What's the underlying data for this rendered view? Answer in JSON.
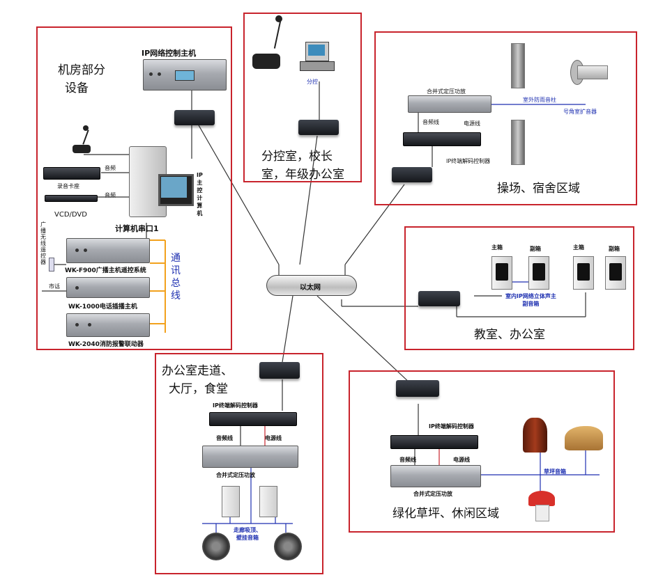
{
  "zones": {
    "machine_room": {
      "title_line1": "机房部分",
      "title_line2": "设备"
    },
    "branch_control": {
      "title_line1": "分控室，校长",
      "title_line2": "室，年级办公室"
    },
    "playground": {
      "title": "操场、宿舍区域"
    },
    "classroom": {
      "title": "教室、办公室"
    },
    "corridor": {
      "title_line1": "办公室走道、",
      "title_line2": "大厅，食堂"
    },
    "lawn": {
      "title": "绿化草坪、休闲区域"
    }
  },
  "machine_room": {
    "ip_host": "IP网络控制主机",
    "audio1": "音频",
    "audio2": "音频",
    "recorder": "录音卡座",
    "vcd": "VCD/DVD",
    "pc_label": [
      "IP",
      "主",
      "控",
      "计",
      "算",
      "机"
    ],
    "serial_port": "计算机串口1",
    "wireless_remote": [
      "广",
      "播",
      "无",
      "线",
      "遥",
      "控",
      "器"
    ],
    "wk_f900": "WK-F900广播主机遥控系统",
    "phone_label": "市话",
    "wk_1000": "WK-1000电话插播主机",
    "wk_2040": "WK-2040消防报警联动器",
    "bus": [
      "通",
      "讯",
      "总",
      "线"
    ]
  },
  "branch": {
    "control": "分控"
  },
  "playground": {
    "amp": "合并式定压功放",
    "audio_line": "音频线",
    "power_line": "电源线",
    "decoder": "IP终端解码控制器",
    "outdoor_column": "室外防雨音柱",
    "horn": "号角室扩音器"
  },
  "classroom": {
    "main1": "主箱",
    "sub1": "副箱",
    "main2": "主箱",
    "sub2": "副箱",
    "stereo": "室内IP网络立体声主",
    "stereo2": "副音箱"
  },
  "ethernet": "以太网",
  "corridor": {
    "decoder": "IP终端解码控制器",
    "audio_line": "音频线",
    "power_line": "电源线",
    "amp": "合并式定压功放",
    "ceiling": "走廊吸顶、",
    "wall": "壁挂音箱"
  },
  "lawn": {
    "decoder": "IP终端解码控制器",
    "audio_line": "音频线",
    "power_line": "电源线",
    "amp": "合并式定压功放",
    "lawn_speaker": "草坪音箱"
  },
  "colors": {
    "zone_border": "#c8232c",
    "accent_orange": "#f2a11c",
    "label_blue": "#1d2fb0"
  }
}
